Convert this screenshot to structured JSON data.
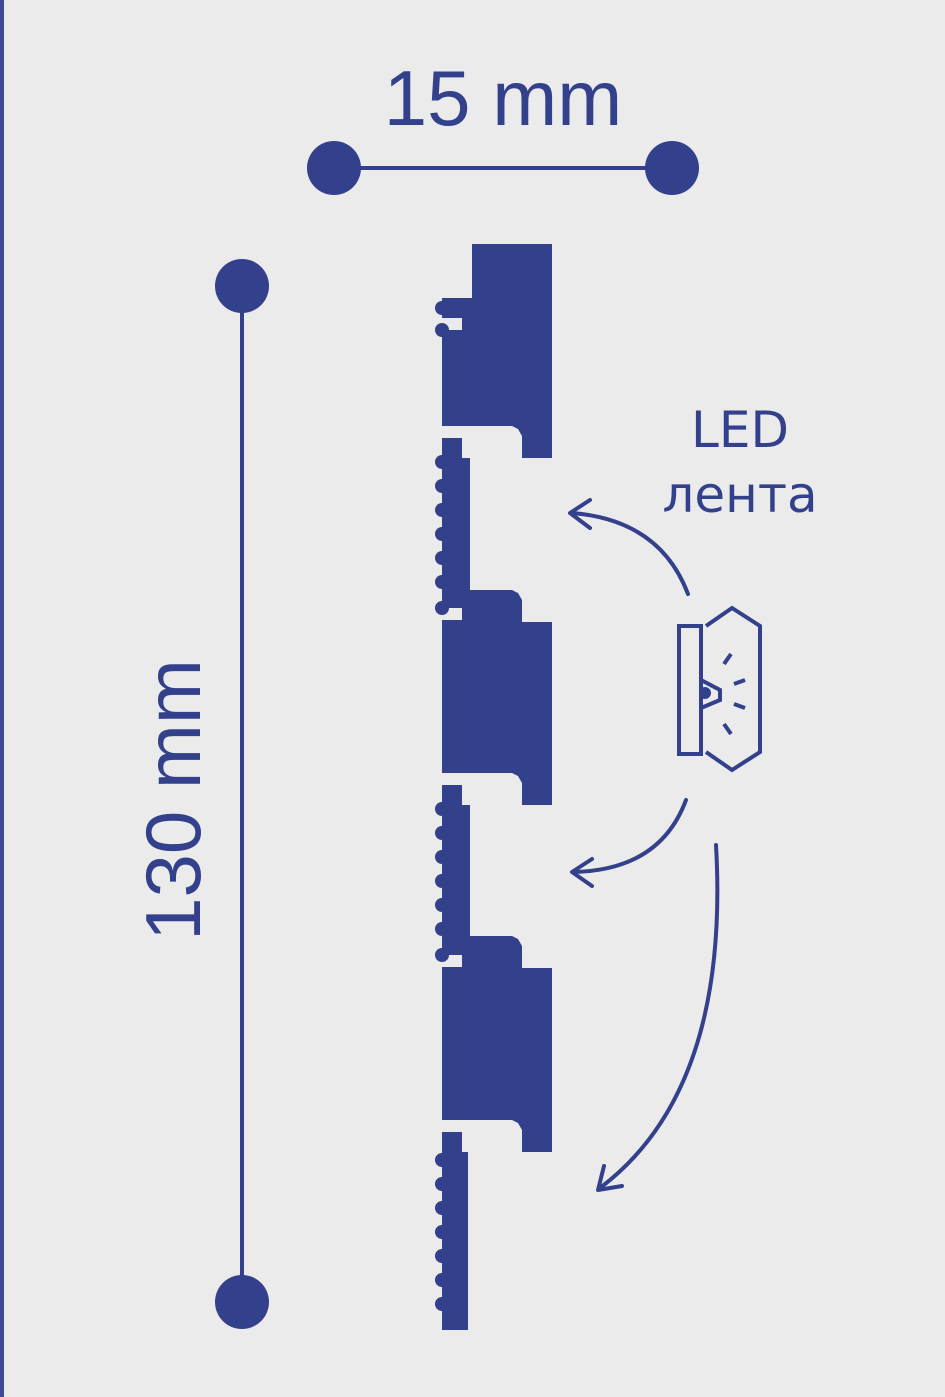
{
  "colors": {
    "background": "#ebebeb",
    "primary": "#33408c",
    "border": "#3d4a92"
  },
  "dimensions": {
    "width_label": "15 mm",
    "height_label": "130 mm"
  },
  "led": {
    "line1": "LED",
    "line2": "лента",
    "icon": "led-strip-icon"
  }
}
